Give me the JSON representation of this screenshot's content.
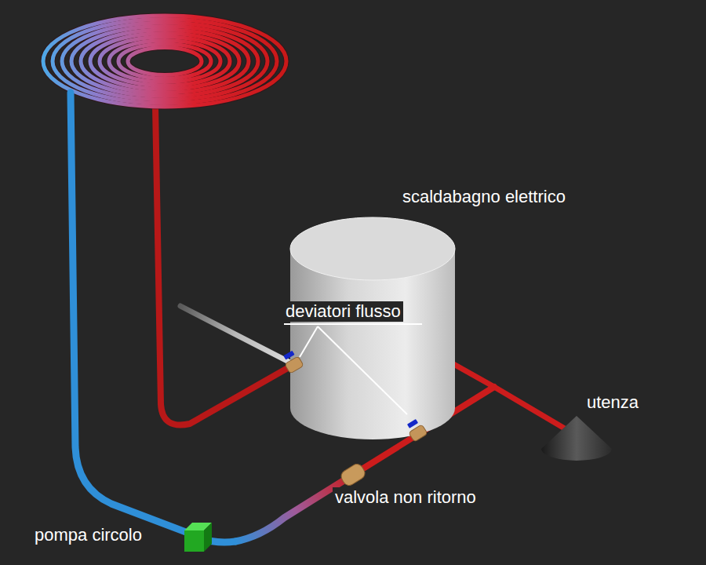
{
  "diagram": {
    "labels": [
      "scaldabagno elettrico",
      "deviatori flusso",
      "utenza",
      "valvola non ritorno",
      "pompa circolo"
    ]
  }
}
